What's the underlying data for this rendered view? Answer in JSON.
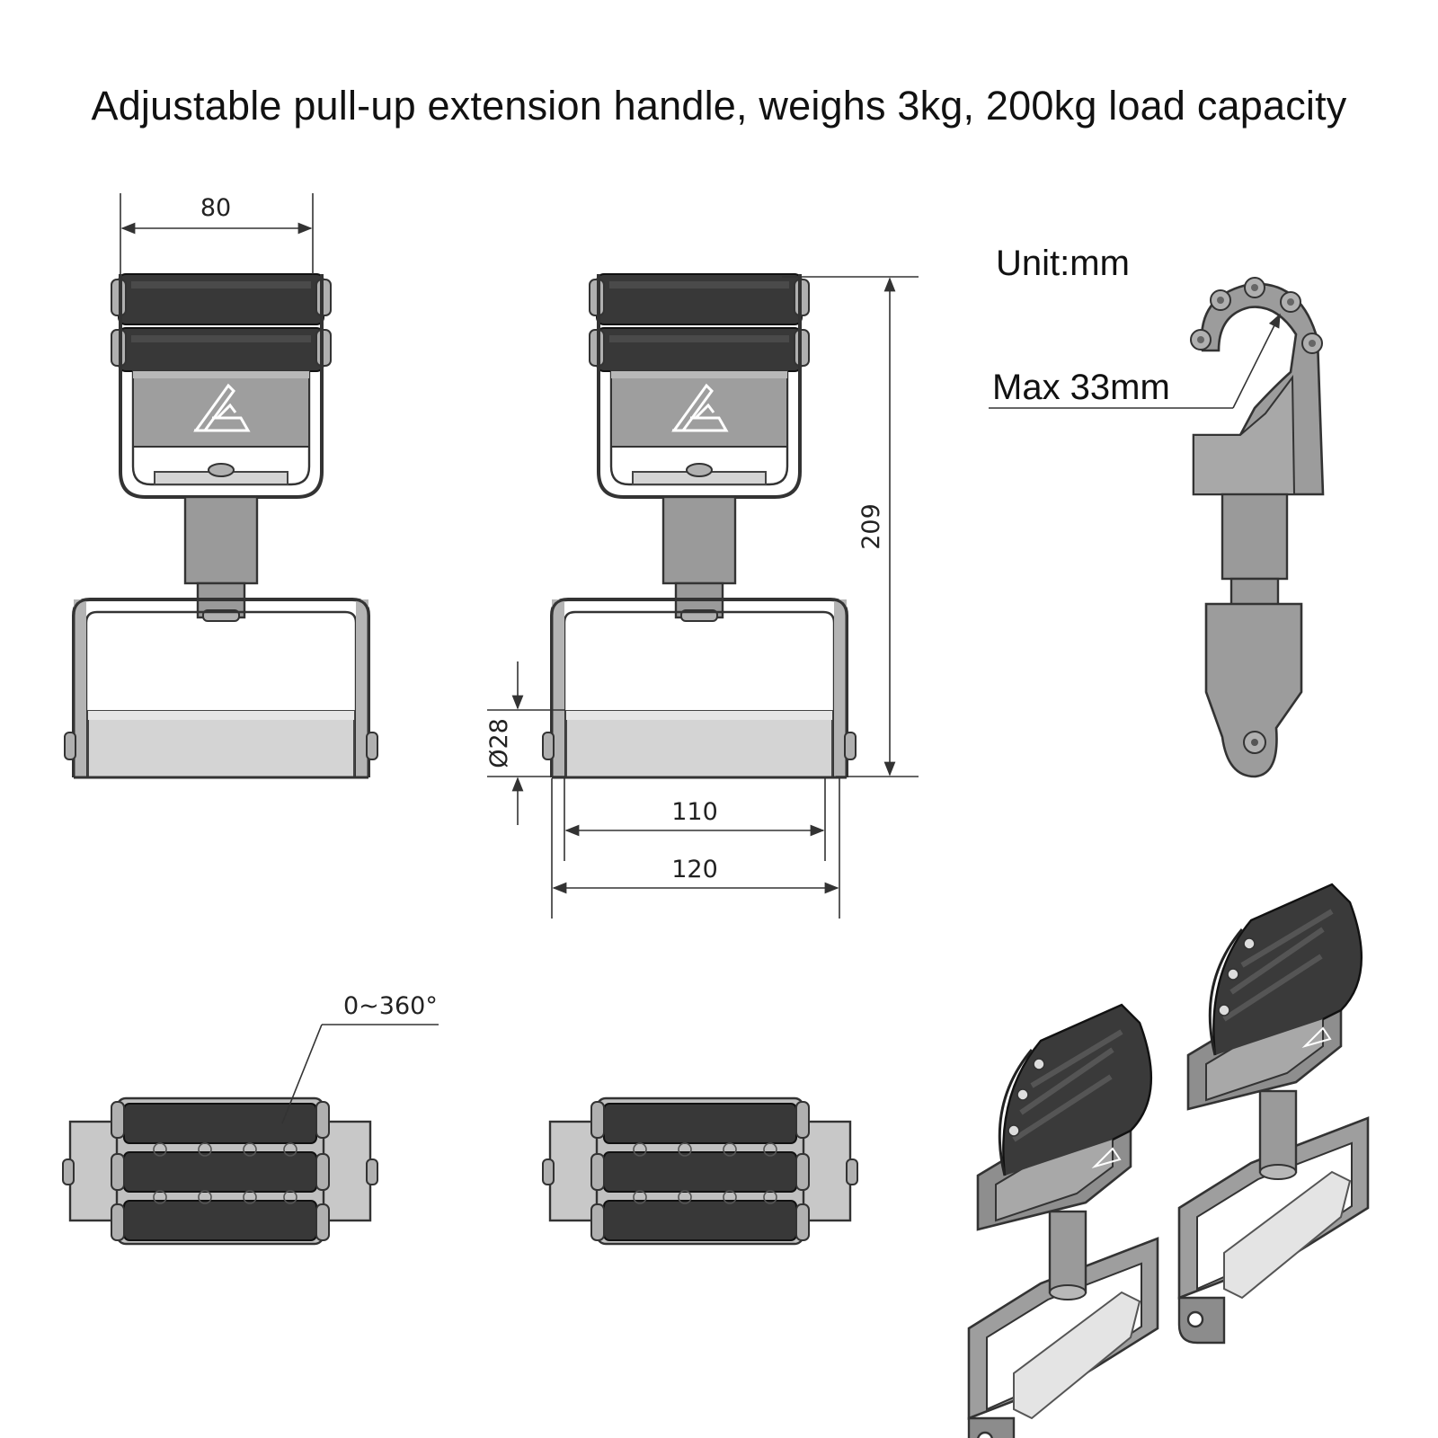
{
  "title": "Adjustable pull-up extension handle, weighs 3kg, 200kg load capacity",
  "dimensions": {
    "width_top": "80",
    "height": "209",
    "diameter": "Ø28",
    "inner_width": "110",
    "outer_width": "120",
    "rotation": "0~360°",
    "max_opening": "Max 33mm"
  },
  "unit_label": "Unit:mm",
  "colors": {
    "grip": "#383838",
    "metal": "#9a9a9a",
    "bar": "#d4d4d4",
    "line": "#333333"
  },
  "icons": [
    "handle-logo-icon",
    "bolt-icon"
  ]
}
